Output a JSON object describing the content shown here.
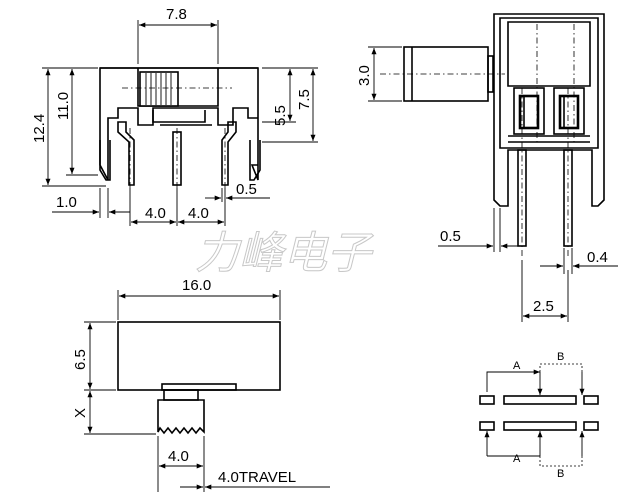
{
  "watermark": "力峰电子",
  "front_view": {
    "width_top": "7.8",
    "height_total": "12.4",
    "height_body": "11.0",
    "dim_right_upper": "5.5",
    "dim_right_lower": "7.5",
    "offset_left": "1.0",
    "pitch_1": "4.0",
    "pitch_2": "4.0",
    "pin_width": "0.5"
  },
  "side_view": {
    "knob_height": "3.0",
    "pin_thickness": "0.5",
    "pin_width": "0.4",
    "pin_spacing": "2.5"
  },
  "bottom_view": {
    "body_length": "16.0",
    "body_height": "6.5",
    "x_label": "X",
    "knob_width": "4.0",
    "travel": "4.0TRAVEL"
  },
  "footprint": {
    "label_a_top": "A",
    "label_b_top": "B",
    "label_a_bottom": "A",
    "label_b_bottom": "B"
  }
}
